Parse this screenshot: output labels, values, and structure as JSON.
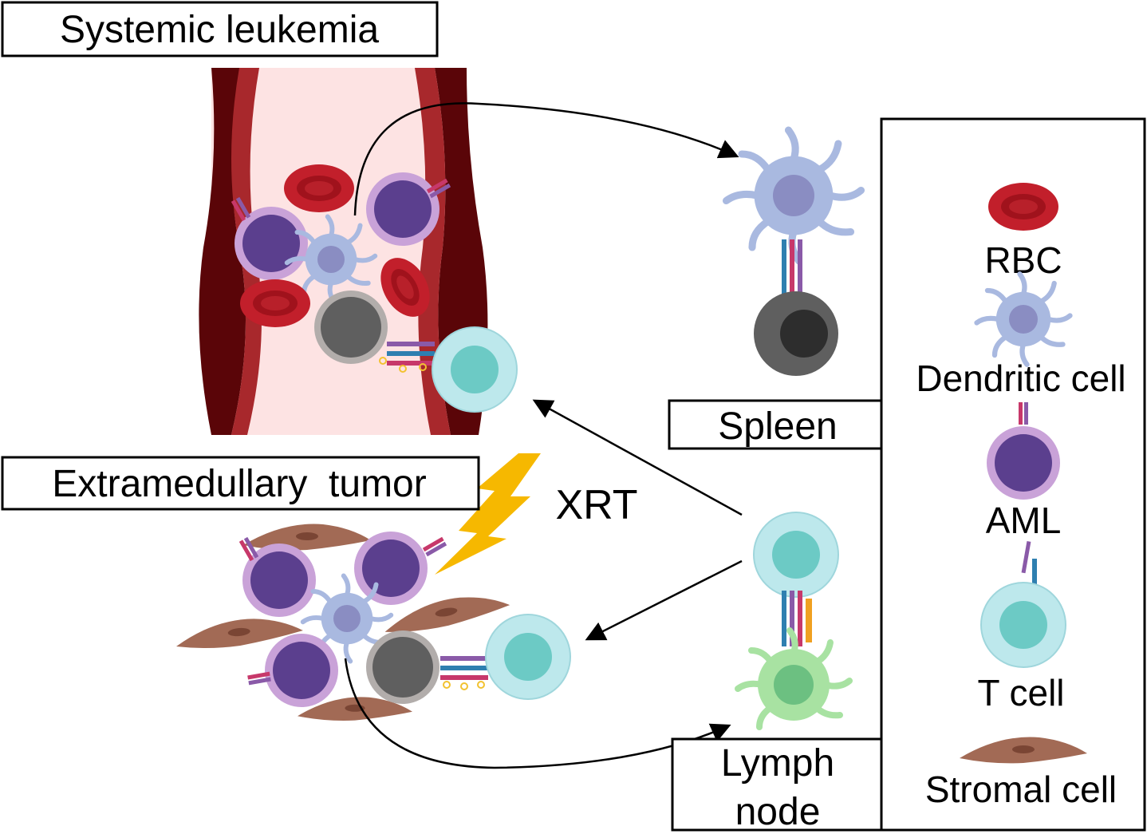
{
  "labels": {
    "systemic": "Systemic leukemia",
    "extramedullary": "Extramedullary  tumor",
    "xrt": "XRT",
    "spleen": "Spleen",
    "lymph_line1": "Lymph",
    "lymph_line2": "node"
  },
  "legend": {
    "items": [
      {
        "label": "RBC",
        "icon": "rbc-icon"
      },
      {
        "label": "Dendritic cell",
        "icon": "dendritic-cell-icon"
      },
      {
        "label": "AML",
        "icon": "aml-cell-icon"
      },
      {
        "label": "T cell",
        "icon": "t-cell-icon"
      },
      {
        "label": "Stromal cell",
        "icon": "stromal-cell-icon"
      }
    ]
  },
  "colors": {
    "rbc": "#c21f2b",
    "aml_outer": "#c9a2d8",
    "aml_inner": "#5b3f8e",
    "dendritic": "#a9b9e0",
    "t_cell_outer": "#bde8ec",
    "t_cell_inner": "#6ccac5",
    "stromal": "#a26a55",
    "xrt": "#f6b800",
    "vessel_lumen": "#fde3e3",
    "vessel_wall": "#5a0508"
  }
}
